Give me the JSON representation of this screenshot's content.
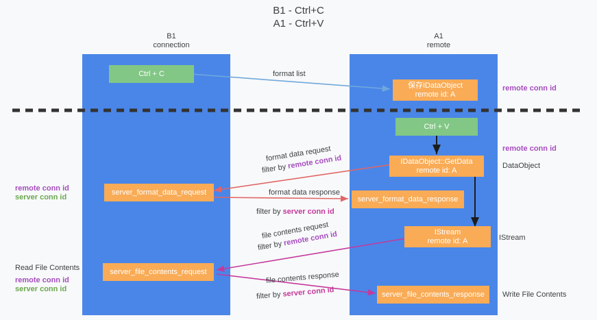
{
  "title": {
    "line1": "B1 - Ctrl+C",
    "line2": "A1 - Ctrl+V"
  },
  "columns": [
    {
      "name": "B1",
      "sub": "connection"
    },
    {
      "name": "A1",
      "sub": "remote"
    }
  ],
  "nodes": {
    "ctrl_c": "Ctrl + C",
    "ctrl_v": "Ctrl + V",
    "store_dataobject_l1": "保存IDataObject",
    "store_dataobject_l2": "remote id: A",
    "getdata_l1": "IDataObject::GetData",
    "getdata_l2": "remote id: A",
    "istream_l1": "IStream",
    "istream_l2": "remote id: A",
    "server_format_data_request": "server_format_data_request",
    "server_format_data_response": "server_format_data_response",
    "server_file_contents_request": "server_file_contents_request",
    "server_file_contents_response": "server_file_contents_response"
  },
  "edge_labels": {
    "format_list": "format list",
    "format_data_request": "format data request",
    "format_data_request_filter_prefix": "filter by ",
    "format_data_request_filter_key": "remote conn id",
    "format_data_response": "format data response",
    "format_data_response_filter_prefix": "filter by ",
    "format_data_response_filter_key": "server conn id",
    "file_contents_request": "file contents request",
    "file_contents_request_filter_prefix": "filter by ",
    "file_contents_request_filter_key": "remote conn id",
    "file_contents_response": "file contents response",
    "file_contents_response_filter_prefix": "filter by ",
    "file_contents_response_filter_key": "server conn id"
  },
  "annotations": {
    "right_remote_conn_id_top": "remote conn id",
    "right_remote_conn_id_mid": "remote conn id",
    "right_dataobject": "DataObject",
    "right_istream": "IStream",
    "right_write_file_contents": "Write File Contents",
    "left_remote_conn_id_mid": "remote conn id",
    "left_server_conn_id_mid": "server conn id",
    "left_read_file_contents": "Read File Contents",
    "left_remote_conn_id_bottom": "remote conn id",
    "left_server_conn_id_bottom": "server conn id"
  },
  "colors": {
    "lane": "#4a86e8",
    "node_green": "#82c785",
    "node_orange": "#f9ab55",
    "divider": "#333333",
    "arrow_blue": "#6fa8dc",
    "arrow_red": "#e06666",
    "arrow_magenta": "#c4399c",
    "arrow_dark": "#1c1c1c",
    "text_purple": "#a64dbf",
    "text_green": "#6aa84f",
    "background": "#f8f9fa"
  }
}
